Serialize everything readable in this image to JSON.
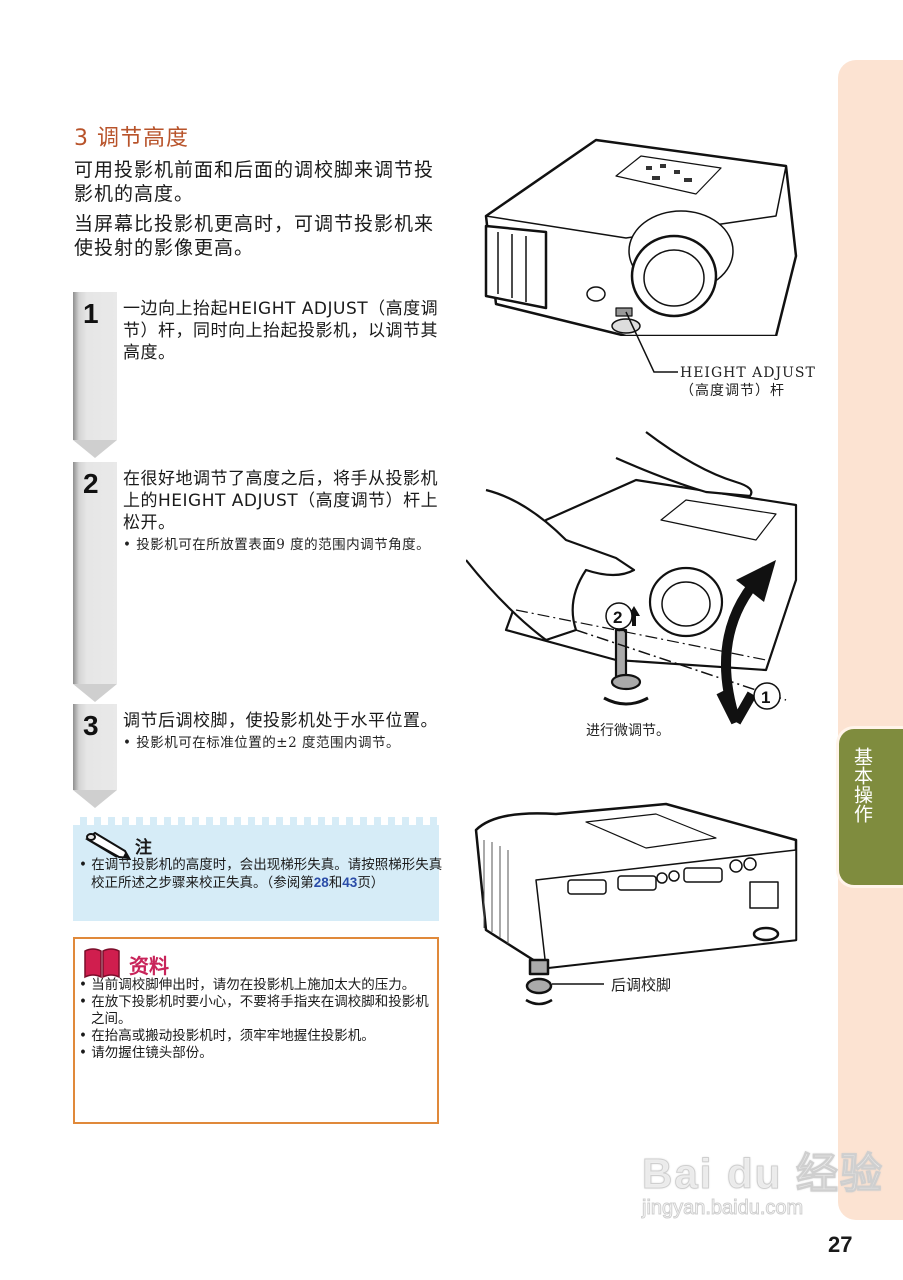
{
  "side_tab": {
    "label": "基本操作",
    "bg_color": "#fce3d2",
    "active_color": "#7f8c3e"
  },
  "section": {
    "title": "3 调节高度",
    "title_color": "#b8532a"
  },
  "intro": [
    "可用投影机前面和后面的调校脚来调节投影机的高度。",
    "当屏幕比投影机更高时，可调节投影机来使投射的影像更高。"
  ],
  "steps": [
    {
      "number": "1",
      "text": "一边向上抬起HEIGHT ADJUST（高度调节）杆，同时向上抬起投影机，以调节其高度。",
      "sub": ""
    },
    {
      "number": "2",
      "text": "在很好地调节了高度之后，将手从投影机上的HEIGHT ADJUST（高度调节）杆上松开。",
      "sub": "• 投影机可在所放置表面9 度的范围内调节角度。"
    },
    {
      "number": "3",
      "text": "调节后调校脚，使投影机处于水平位置。",
      "sub": "• 投影机可在标准位置的±2 度范围内调节。"
    }
  ],
  "note": {
    "title": "注",
    "icon": "pencil-icon",
    "text_before": "• 在调节投影机的高度时，会出现梯形失真。请按照梯形失真校正所述之步骤来校正失真。（参阅第",
    "page_a": "28",
    "text_mid": "和",
    "page_b": "43",
    "text_after": "页）",
    "bg_color": "#d6ecf7"
  },
  "info": {
    "title": "资料",
    "icon": "book-icon",
    "border_color": "#e0893a",
    "title_color": "#c8245a",
    "items": [
      "• 当前调校脚伸出时，请勿在投影机上施加太大的压力。",
      "• 在放下投影机时要小心，不要将手指夹在调校脚和投影机之间。",
      "• 在抬高或搬动投影机时，须牢牢地握住投影机。",
      "• 请勿握住镜头部份。"
    ]
  },
  "figures": {
    "fig1": {
      "caption_line1": "HEIGHT  ADJUST",
      "caption_line2": "（高度调节）杆"
    },
    "fig2": {
      "caption": "进行微调节。",
      "marker_1": "1",
      "marker_2": "2"
    },
    "fig3": {
      "caption": "后调校脚"
    }
  },
  "watermark": {
    "brand": "Bai du 经验",
    "url": "jingyan.baidu.com"
  },
  "page_number": "27"
}
